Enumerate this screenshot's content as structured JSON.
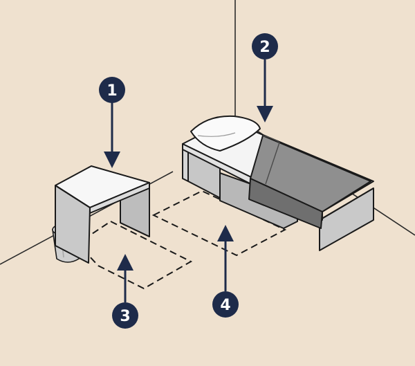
{
  "diagram": {
    "colors": {
      "background": "#efe1cf",
      "ink": "#1a1a1a",
      "badge": "#1e2b4a",
      "furniture_top": "#f7f7f7",
      "furniture_side": "#c9c9c9",
      "blanket": "#8f8f8f",
      "blanket_dark": "#6f6f6f"
    },
    "callouts": [
      {
        "number": "1",
        "target": "desk"
      },
      {
        "number": "2",
        "target": "bed"
      },
      {
        "number": "3",
        "target": "floor-area-desk"
      },
      {
        "number": "4",
        "target": "floor-area-bed"
      }
    ]
  }
}
